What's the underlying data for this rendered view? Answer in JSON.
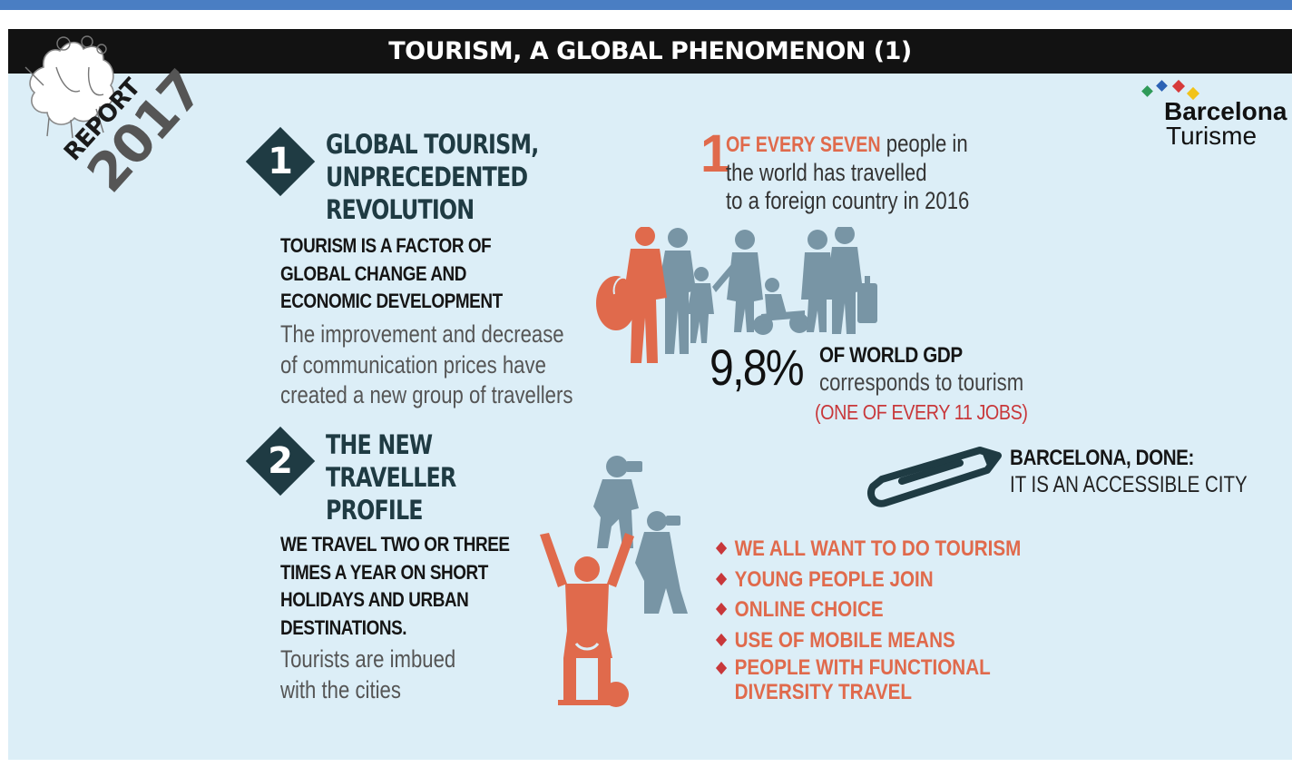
{
  "title": "TOURISM, A GLOBAL PHENOMENON (1)",
  "report_badge": {
    "line1": "REPORT",
    "line2": "2017"
  },
  "brand": {
    "line1": "Barcelona",
    "line2": "Turisme",
    "dot_colors": [
      "#2f9a58",
      "#2b62b5",
      "#d63a3a",
      "#f2c319"
    ]
  },
  "section1": {
    "number": "1",
    "heading": [
      "GLOBAL TOURISM,",
      "UNPRECEDENTED",
      "REVOLUTION"
    ],
    "subheading": [
      "TOURISM IS A FACTOR OF",
      "GLOBAL CHANGE AND",
      "ECONOMIC DEVELOPMENT"
    ],
    "body": [
      "The improvement and decrease",
      "of communication prices have",
      "created a new group of travellers"
    ]
  },
  "section2": {
    "number": "2",
    "heading": [
      "THE NEW",
      "TRAVELLER",
      "PROFILE"
    ],
    "subheading": [
      "WE TRAVEL TWO OR THREE",
      "TIMES A YEAR ON SHORT",
      "HOLIDAYS AND URBAN",
      "DESTINATIONS."
    ],
    "body": [
      "Tourists are imbued",
      "with the cities"
    ]
  },
  "stat1": {
    "number": "1",
    "highlight": "OF EVERY SEVEN",
    "rest_first": " people in",
    "line2": "the world has travelled",
    "line3": "to a foreign country in 2016"
  },
  "stat2": {
    "value": "9,8%",
    "label": "OF WORLD GDP",
    "line2": "corresponds to tourism",
    "note": "(ONE OF EVERY 11 JOBS)"
  },
  "done": {
    "title": "BARCELONA, DONE:",
    "text": "IT IS AN ACCESSIBLE CITY"
  },
  "bullets": [
    {
      "text": "WE ALL WANT TO DO TOURISM"
    },
    {
      "text": "YOUNG PEOPLE JOIN"
    },
    {
      "text": "ONLINE CHOICE"
    },
    {
      "text": "USE OF MOBILE MEANS"
    },
    {
      "text": "PEOPLE WITH FUNCTIONAL",
      "cont": "DIVERSITY TRAVEL"
    }
  ],
  "colors": {
    "accent": "#e06a4c",
    "dark": "#1f3b43",
    "silhouette": "#7895a5",
    "red": "#c8373a",
    "header": "#121212"
  },
  "icons": [
    "family-silhouette-icon",
    "photographer-silhouette-icon",
    "cheering-wheelchair-user-icon",
    "pencil-icon",
    "traveller-group-sketch-icon"
  ]
}
